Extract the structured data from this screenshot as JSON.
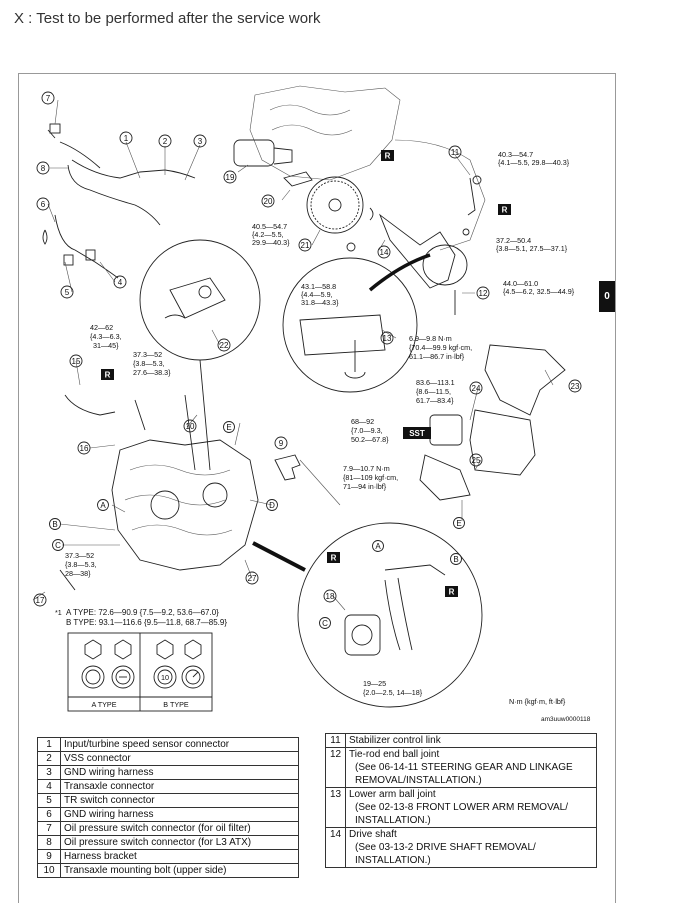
{
  "header": {
    "text": "X : Test to be performed after the service work"
  },
  "side_tab": "0",
  "callouts": [
    "1",
    "2",
    "3",
    "4",
    "5",
    "6",
    "7",
    "8",
    "9",
    "10",
    "11",
    "12",
    "13",
    "14",
    "15",
    "16",
    "17",
    "18",
    "19",
    "20",
    "21",
    "22",
    "23",
    "24",
    "25",
    "27"
  ],
  "letters": [
    "A",
    "B",
    "C",
    "D",
    "E"
  ],
  "badges": {
    "r": "R",
    "sst": "SST"
  },
  "torques": {
    "t1": [
      "40.3—54.7",
      "{4.1—5.5, 29.8—40.3}"
    ],
    "t2": [
      "40.5—54.7",
      "{4.2—5.5,",
      "29.9—40.3}"
    ],
    "t3": [
      "37.2—50.4",
      "{3.8—5.1, 27.5—37.1}"
    ],
    "t4": [
      "43.1—58.8",
      "{4.4—5.9,",
      "31.8—43.3}"
    ],
    "t5": [
      "44.0—61.0",
      "{4.5—6.2, 32.5—44.9}"
    ],
    "t6": [
      "42—62",
      "{4.3—6.3,",
      "31—45}"
    ],
    "t7": [
      "37.3—52",
      "{3.8—5.3,",
      "27.6—38.3}"
    ],
    "t8": [
      "6.9—9.8 N·m",
      "{70.4—99.9 kgf·cm,",
      "61.1—86.7 in·lbf}"
    ],
    "t9": [
      "83.6—113.1",
      "{8.6—11.5,",
      "61.7—83.4}"
    ],
    "t10": [
      "68—92",
      "{7.0—9.3,",
      "50.2—67.8}"
    ],
    "t11": [
      "7.9—10.7 N·m",
      "{81—109 kgf·cm,",
      "71—94 in·lbf}"
    ],
    "t12": [
      "37.3—52",
      "{3.8—5.3,",
      "28—38}"
    ],
    "t13": [
      "19—25",
      "{2.0—2.5, 14—18}"
    ]
  },
  "type_note": {
    "marker": "*1",
    "a_type": "A TYPE: 72.6—90.9 {7.5—9.2, 53.6—67.0}",
    "b_type": "B TYPE: 93.1—116.6 {9.5—11.8, 68.7—85.9}",
    "a_label": "A TYPE",
    "b_label": "B TYPE",
    "gauge_value": "10"
  },
  "units_note": "N·m {kgf·m, ft·lbf}",
  "figure_code": "am3uuw0000118",
  "parts_left": [
    {
      "n": "1",
      "d": "Input/turbine speed sensor connector"
    },
    {
      "n": "2",
      "d": "VSS connector"
    },
    {
      "n": "3",
      "d": "GND wiring harness"
    },
    {
      "n": "4",
      "d": "Transaxle connector"
    },
    {
      "n": "5",
      "d": "TR switch connector"
    },
    {
      "n": "6",
      "d": "GND wiring harness"
    },
    {
      "n": "7",
      "d": "Oil pressure switch connector (for oil filter)"
    },
    {
      "n": "8",
      "d": "Oil pressure switch connector (for L3 ATX)"
    },
    {
      "n": "9",
      "d": "Harness bracket"
    },
    {
      "n": "10",
      "d": "Transaxle mounting bolt (upper side)"
    }
  ],
  "parts_right": [
    {
      "n": "11",
      "d": [
        "Stabilizer control link"
      ]
    },
    {
      "n": "12",
      "d": [
        "Tie-rod end ball joint",
        "(See 06-14-11 STEERING GEAR AND LINKAGE",
        "REMOVAL/INSTALLATION.)"
      ]
    },
    {
      "n": "13",
      "d": [
        "Lower arm ball joint",
        "(See 02-13-8 FRONT LOWER ARM REMOVAL/",
        "INSTALLATION.)"
      ]
    },
    {
      "n": "14",
      "d": [
        "Drive shaft",
        "(See 03-13-2 DRIVE SHAFT REMOVAL/",
        "INSTALLATION.)"
      ]
    }
  ]
}
